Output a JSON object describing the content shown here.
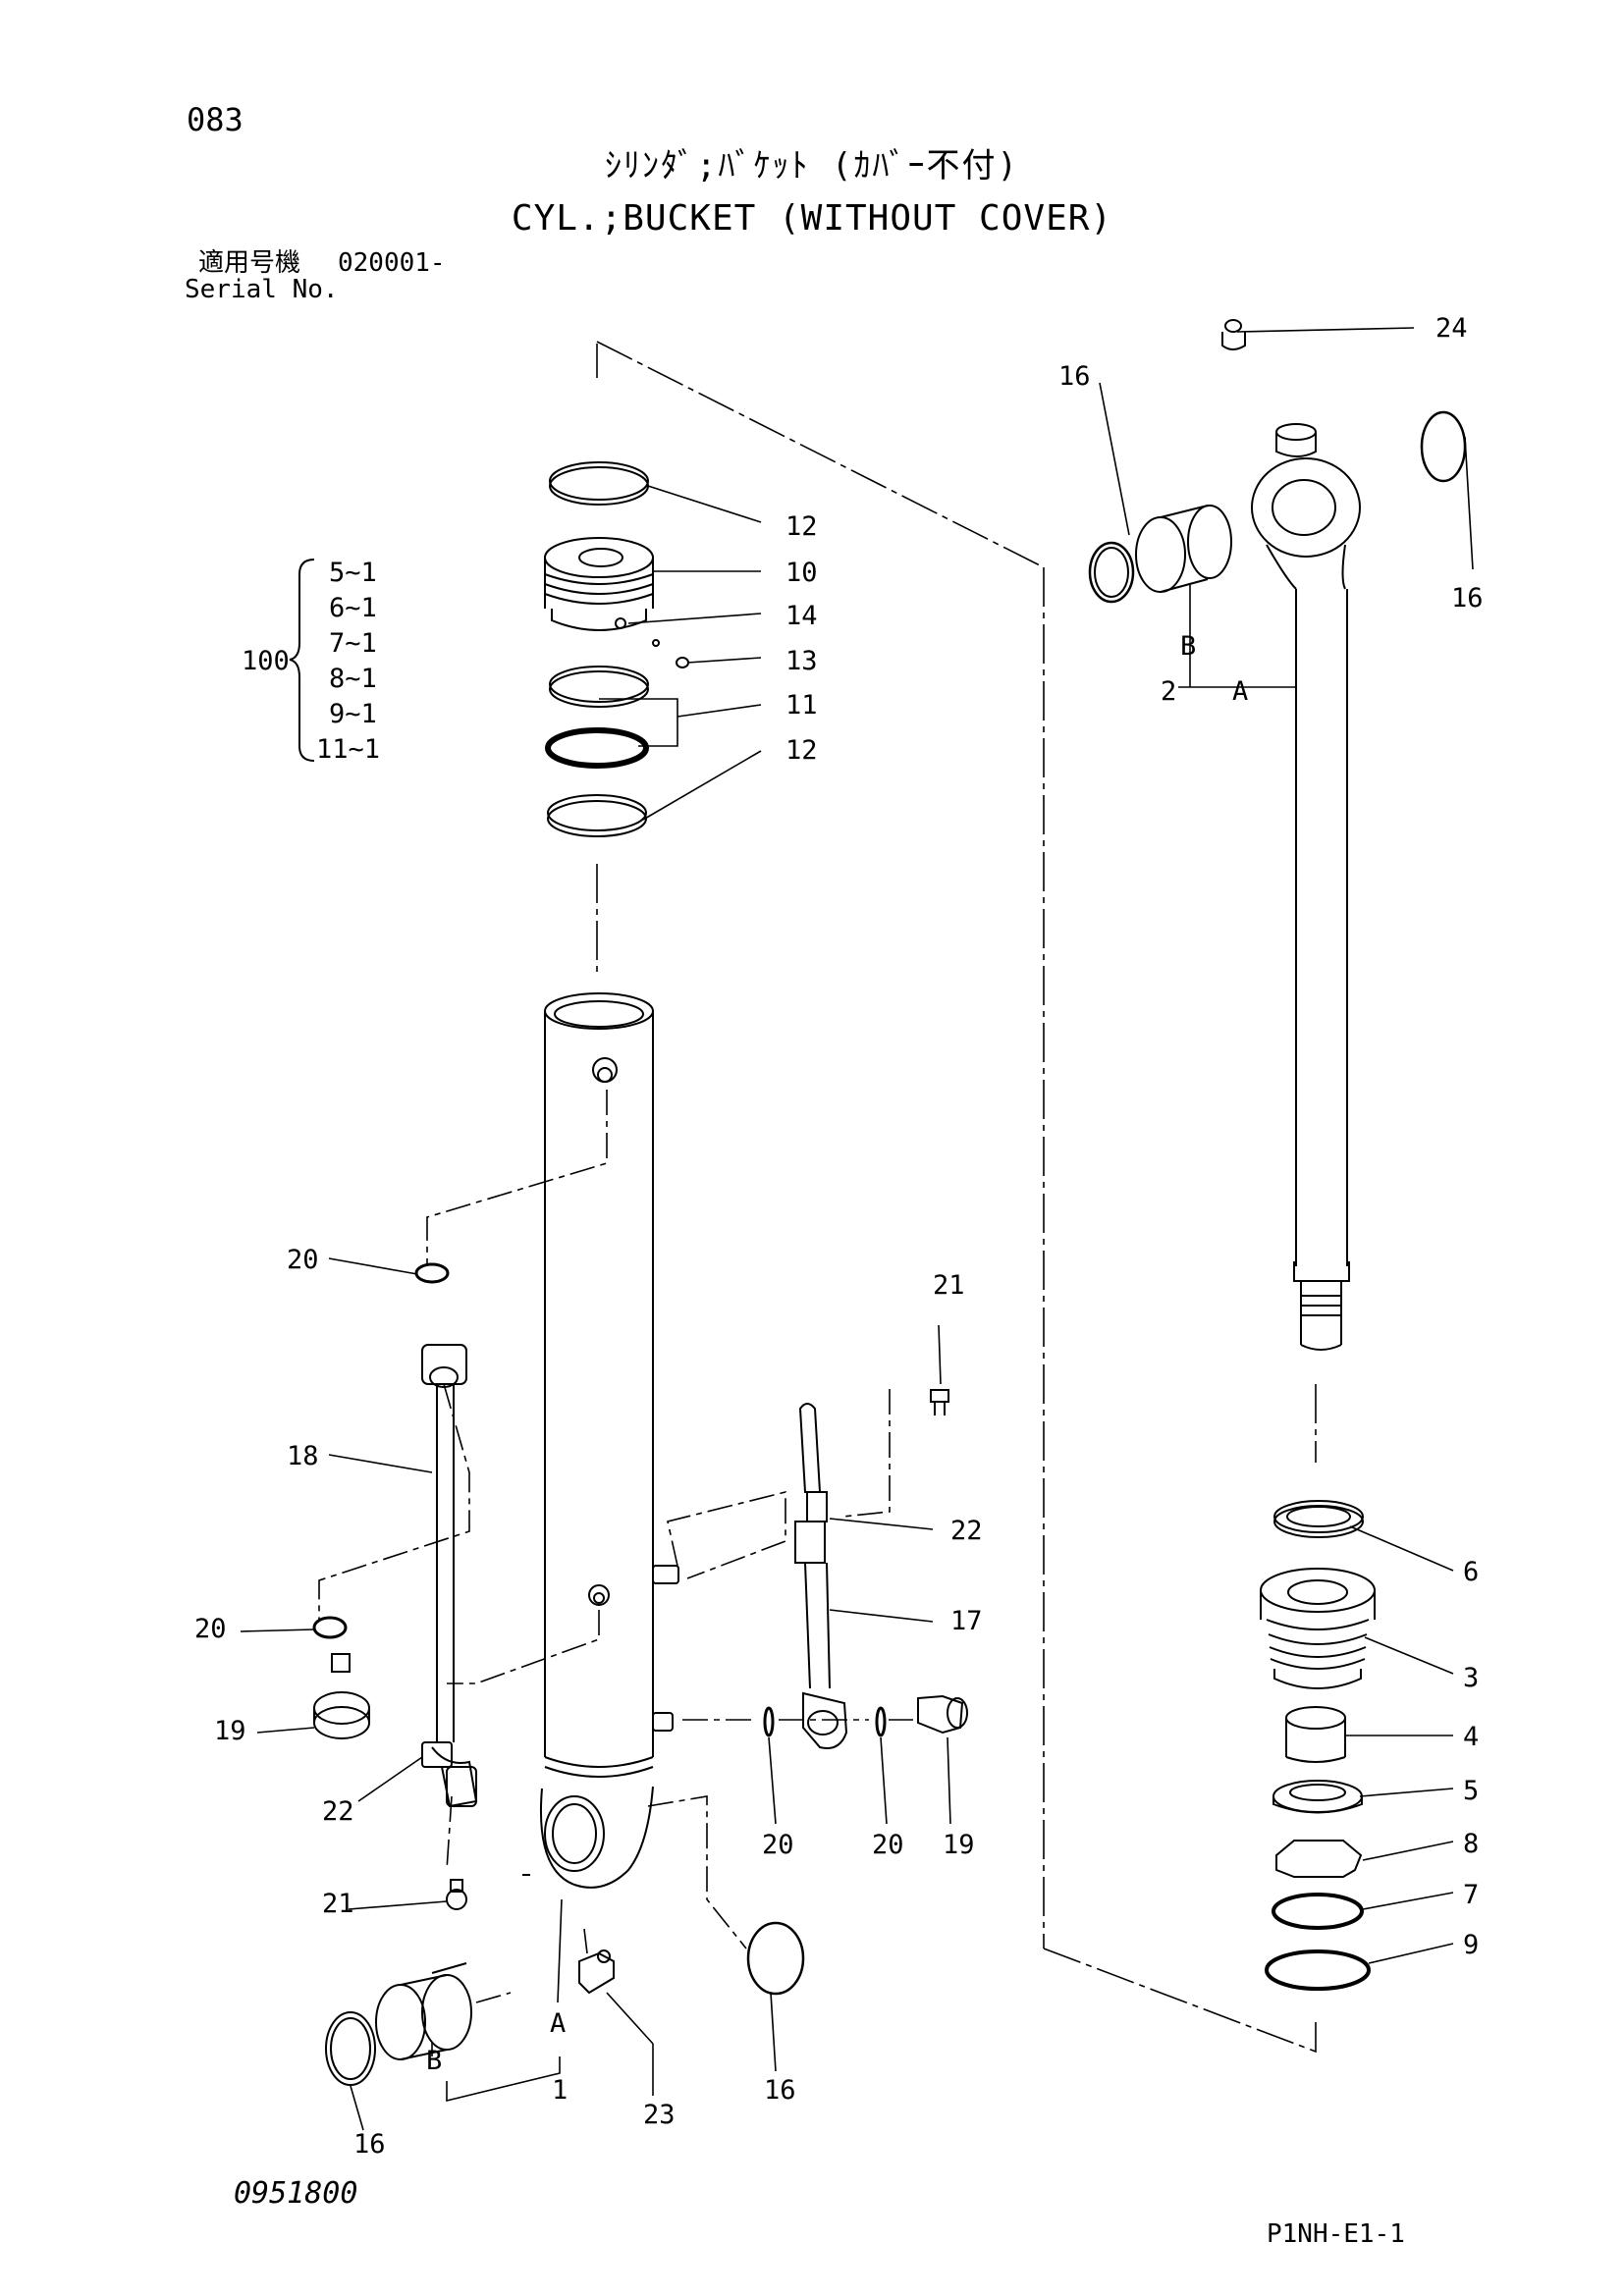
{
  "header": {
    "page_number": "083",
    "title_ja": "ｼﾘﾝﾀﾞ;ﾊﾞｹｯﾄ (ｶﾊﾞｰ不付)",
    "title_en": "CYL.;BUCKET (WITHOUT COVER)",
    "serial_label_ja": "適用号機",
    "serial_value": "020001-",
    "serial_label_en": "Serial No."
  },
  "footer": {
    "doc_number": "0951800",
    "page_code": "P1NH-E1-1"
  },
  "kit": {
    "number": "100",
    "items": [
      "5~1",
      "6~1",
      "7~1",
      "8~1",
      "9~1",
      "11~1"
    ]
  },
  "callouts": {
    "c24": "24",
    "c16a": "16",
    "c16b": "16",
    "c12a": "12",
    "c10": "10",
    "c14": "14",
    "c13": "13",
    "c11": "11",
    "c12b": "12",
    "cB_rod": "B",
    "c2": "2",
    "cA_rod": "A",
    "c20a": "20",
    "c21a": "21",
    "c18": "18",
    "c22a": "22",
    "c17": "17",
    "c6": "6",
    "c20b": "20",
    "c3": "3",
    "c19a": "19",
    "c4": "4",
    "c5": "5",
    "c22b": "22",
    "c8": "8",
    "c20c": "20",
    "c20d": "20",
    "c19b": "19",
    "c7": "7",
    "c21b": "21",
    "c9": "9",
    "cA_tube": "A",
    "c16c": "16",
    "cB_tube": "B",
    "c1": "1",
    "c23": "23",
    "c16d": "16"
  }
}
